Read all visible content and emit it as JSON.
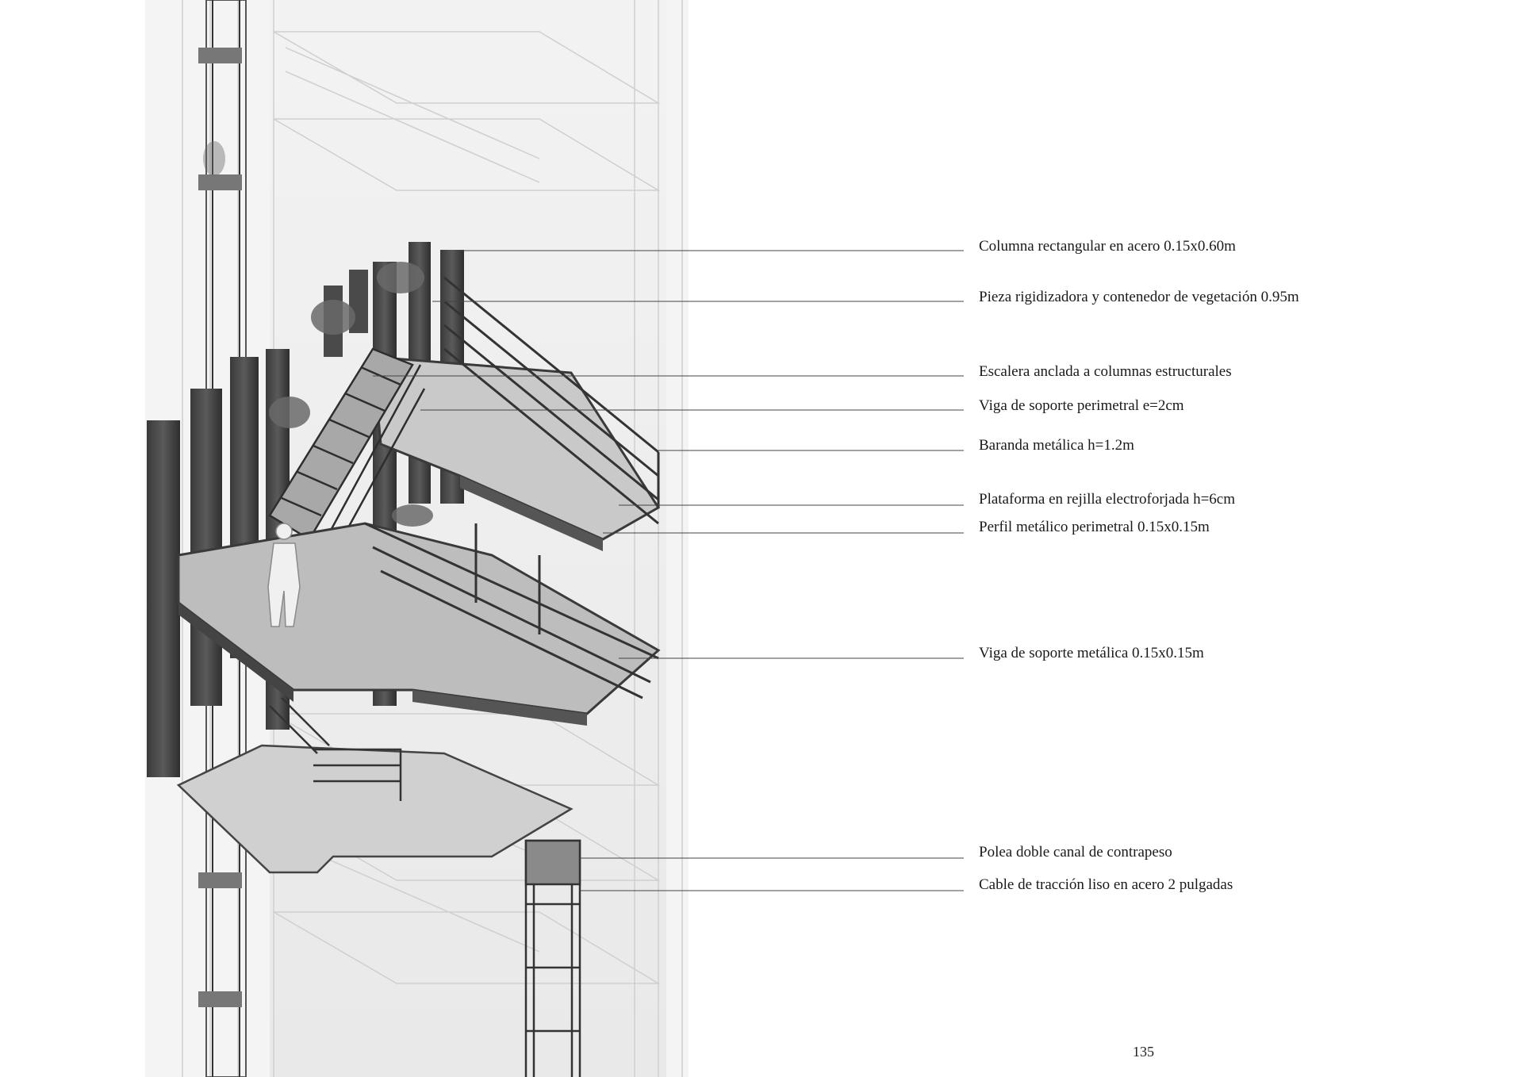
{
  "annotations": [
    {
      "text": "Columna rectangular en acero 0.15x0.60m"
    },
    {
      "text": "Pieza rigidizadora y contenedor de vegetación 0.95m"
    },
    {
      "text": "Escalera anclada a columnas estructurales"
    },
    {
      "text": "Viga de soporte perimetral e=2cm"
    },
    {
      "text": "Baranda metálica h=1.2m"
    },
    {
      "text": "Plataforma en rejilla electroforjada h=6cm"
    },
    {
      "text": "Perfil metálico perimetral 0.15x0.15m"
    },
    {
      "text": "Viga de soporte metálica 0.15x0.15m"
    },
    {
      "text": "Polea doble canal de contrapeso"
    },
    {
      "text": "Cable de tracción liso en acero 2 pulgadas"
    }
  ],
  "page_number": "135"
}
